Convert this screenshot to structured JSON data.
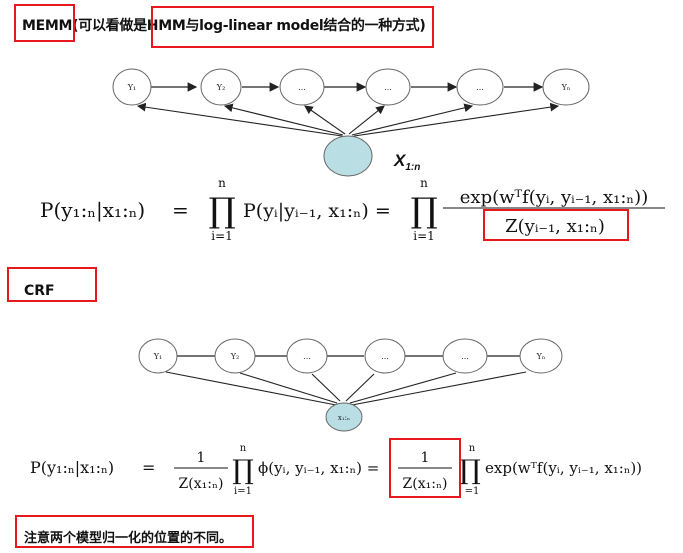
{
  "memm": {
    "label": "MEMM",
    "desc_part1": "(可以看做是",
    "desc_part2": "HMM与log-linear model结合的一种方式)",
    "nodes": [
      "Y₁",
      "Y₂",
      "...",
      "...",
      "...",
      "Yₙ"
    ],
    "input_node_label": "X",
    "input_node_sub": "1:n",
    "formula": {
      "lhs": "P(y₁:ₙ|x₁:ₙ)",
      "eq": "=",
      "prod1_top": "n",
      "prod1_bottom": "i=1",
      "prod_symbol": "∏",
      "term1": "P(yᵢ|yᵢ₋₁, x₁:ₙ) =",
      "prod2_top": "n",
      "prod2_bottom": "i=1",
      "numerator": "exp(wᵀf(yᵢ, yᵢ₋₁, x₁:ₙ))",
      "denominator": "Z(yᵢ₋₁, x₁:ₙ)"
    }
  },
  "crf": {
    "label": "CRF",
    "nodes": [
      "Y₁",
      "Y₂",
      "...",
      "...",
      "...",
      "Yₙ"
    ],
    "input_node_label": "x₁:ₙ",
    "formula": {
      "lhs": "P(y₁:ₙ|x₁:ₙ)",
      "eq": "=",
      "frac1_num": "1",
      "frac1_den": "Z(x₁:ₙ)",
      "prod1_top": "n",
      "prod1_bottom": "i=1",
      "prod_symbol": "∏",
      "term1": "ϕ(yᵢ, yᵢ₋₁, x₁:ₙ) =",
      "frac2_num": "1",
      "frac2_den": "Z(x₁:ₙ)",
      "prod2_top": "n",
      "prod2_bottom": "=1",
      "term2": "exp(wᵀf(yᵢ, yᵢ₋₁, x₁:ₙ))"
    }
  },
  "note": "注意两个模型归一化的位置的不同。",
  "colors": {
    "highlight": "#e8191c",
    "input_node_fill": "#b9dfe4",
    "node_stroke": "#666666"
  }
}
